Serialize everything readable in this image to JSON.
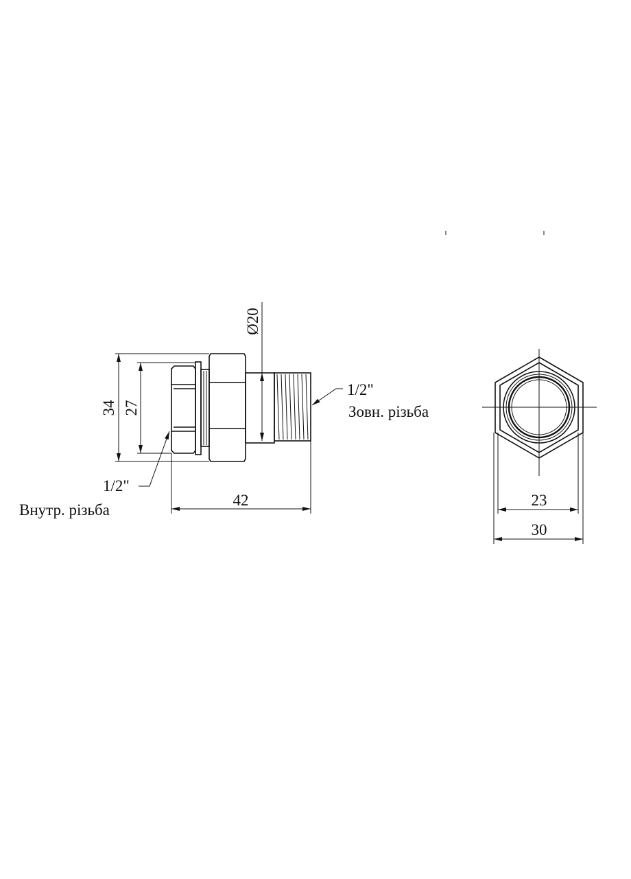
{
  "side_view": {
    "dim_overall_height": "34",
    "dim_inner_height": "27",
    "dim_diameter": "Ø20",
    "dim_length": "42",
    "male_thread": {
      "size": "1/2\"",
      "label": "Зовн. різьба"
    },
    "female_thread": {
      "size": "1/2\"",
      "label": "Внутр. різьба"
    }
  },
  "end_view": {
    "dim_inner": "23",
    "dim_outer": "30"
  },
  "colors": {
    "line": "#111111",
    "background": "#ffffff"
  }
}
